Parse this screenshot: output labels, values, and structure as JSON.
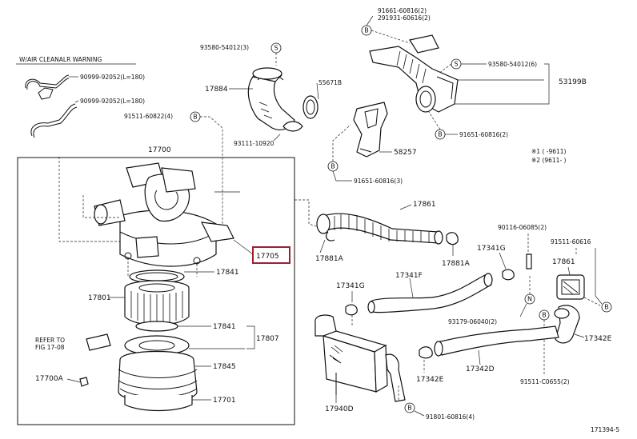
{
  "warning_note": "W/AIR CLEANALR WARNING",
  "remarks": {
    "r1": "※1 (   -9611)",
    "r2": "※2 (9611-    )"
  },
  "figure_ref": {
    "line1": "REFER TO",
    "line2": "FIG 17-08"
  },
  "drawing_code": "171394-5",
  "symbols": {
    "s": "S",
    "b": "B",
    "n": "N"
  },
  "parts": {
    "p90999_l180_a": "90999-92052(L=180)",
    "p90999_l180_b": "90999-92052(L=180)",
    "p91501_4": "91511-60822(4)",
    "p17700": "17700",
    "p17705": "17705",
    "p17841_top": "17841",
    "p17801": "17801",
    "p17841_bot": "17841",
    "p17807": "17807",
    "p17845": "17845",
    "p17700A": "17700A",
    "p17701": "17701",
    "p93580_3": "93580-54012(3)",
    "p17884": "17884",
    "p55671B": "55671B",
    "p93111": "93111-10920",
    "p58257": "58257",
    "p91651_3": "91651-60816(3)",
    "p91661_2": "91661-60816(2)",
    "p291931_2": "291931-60616(2)",
    "p93580_6": "93580-54012(6)",
    "p53199B": "53199B",
    "p91651_2": "91651-60816(2)",
    "p17861_top": "17861",
    "p17881A_l": "17881A",
    "p17881A_r": "17881A",
    "p17341G_r": "17341G",
    "p17341G_l": "17341G",
    "p17341F": "17341F",
    "p90116": "90116-06085(2)",
    "p91501_r": "91511-60616",
    "p17861_r": "17861",
    "p93179": "93179-06040(2)",
    "p91511_c": "91511-C0655(2)",
    "p17342E_r": "17342E",
    "p17342E_c": "17342E",
    "p17342D": "17342D",
    "p17940D": "17940D",
    "p91801": "91801-60816(4)"
  }
}
